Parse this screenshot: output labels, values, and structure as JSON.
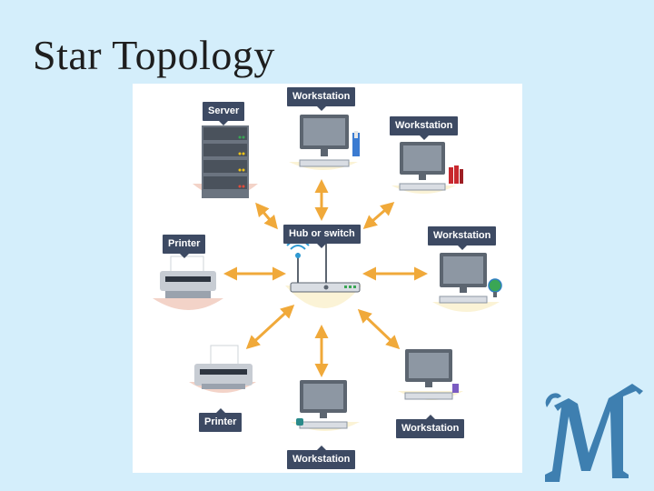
{
  "slide": {
    "title": "Star Topology"
  },
  "diagram": {
    "hub_label": "Hub or switch",
    "nodes": [
      {
        "id": "server",
        "label": "Server",
        "icon": "server-rack-icon"
      },
      {
        "id": "workstation-top",
        "label": "Workstation",
        "icon": "desktop-computer-icon"
      },
      {
        "id": "workstation-top-right",
        "label": "Workstation",
        "icon": "desktop-computer-icon"
      },
      {
        "id": "printer-left",
        "label": "Printer",
        "icon": "printer-icon"
      },
      {
        "id": "workstation-right",
        "label": "Workstation",
        "icon": "desktop-computer-icon"
      },
      {
        "id": "printer-bottom-left",
        "label": "Printer",
        "icon": "printer-icon"
      },
      {
        "id": "workstation-bottom",
        "label": "Workstation",
        "icon": "desktop-computer-icon"
      },
      {
        "id": "workstation-bottom-right",
        "label": "Workstation",
        "icon": "desktop-computer-icon"
      }
    ]
  },
  "colors": {
    "slide_background": "#d4eefb",
    "label_background": "#3d4a63",
    "arrow": "#f0a93a",
    "device_gray": "#5c6570",
    "watermark": "#3e7fb0"
  }
}
